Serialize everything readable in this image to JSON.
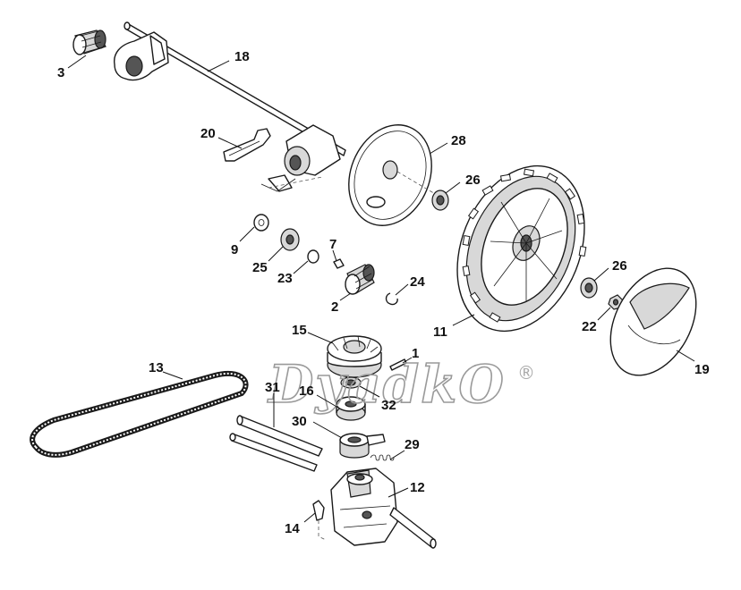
{
  "watermark": {
    "text": "DyadkO",
    "mark": "®"
  },
  "parts": [
    {
      "key": "p3",
      "label": "3"
    },
    {
      "key": "p18",
      "label": "18"
    },
    {
      "key": "p20",
      "label": "20"
    },
    {
      "key": "p28",
      "label": "28"
    },
    {
      "key": "p26a",
      "label": "26"
    },
    {
      "key": "p9",
      "label": "9"
    },
    {
      "key": "p7",
      "label": "7"
    },
    {
      "key": "p25",
      "label": "25"
    },
    {
      "key": "p23",
      "label": "23"
    },
    {
      "key": "p24",
      "label": "24"
    },
    {
      "key": "p2",
      "label": "2"
    },
    {
      "key": "p26b",
      "label": "26"
    },
    {
      "key": "p22",
      "label": "22"
    },
    {
      "key": "p11",
      "label": "11"
    },
    {
      "key": "p19",
      "label": "19"
    },
    {
      "key": "p15",
      "label": "15"
    },
    {
      "key": "p1",
      "label": "1"
    },
    {
      "key": "p13",
      "label": "13"
    },
    {
      "key": "p31",
      "label": "31"
    },
    {
      "key": "p16",
      "label": "16"
    },
    {
      "key": "p32",
      "label": "32"
    },
    {
      "key": "p30",
      "label": "30"
    },
    {
      "key": "p29",
      "label": "29"
    },
    {
      "key": "p12",
      "label": "12"
    },
    {
      "key": "p14",
      "label": "14"
    }
  ]
}
